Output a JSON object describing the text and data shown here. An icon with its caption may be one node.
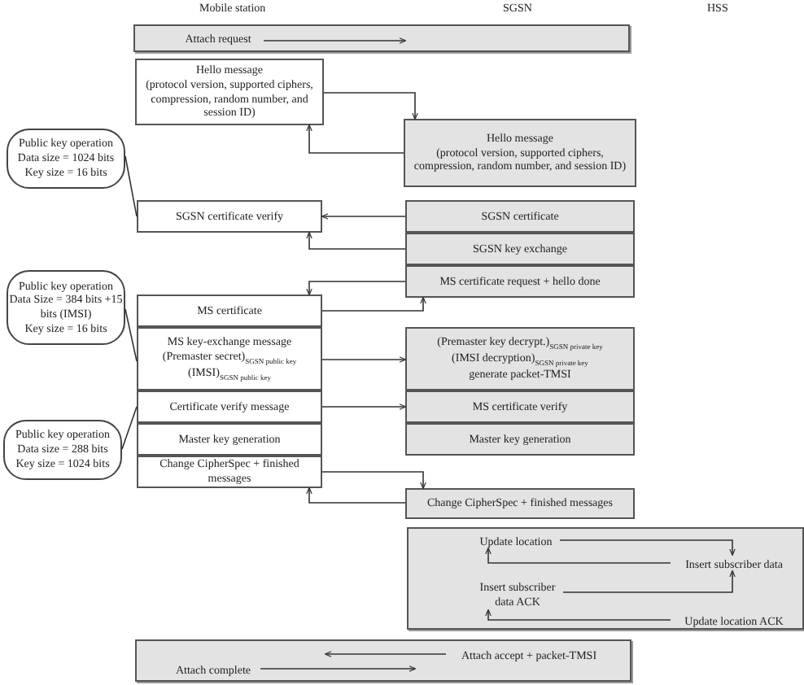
{
  "diagram": {
    "nodes": [
      {
        "text": [],
        "shape": "box"
      },
      {
        "text": [
          "Attach request"
        ],
        "in": 0
      },
      {
        "text": [
          "Hello message",
          "(protocol version, supported ciphers, compression, random number, and session ID)"
        ]
      },
      {
        "text": [
          "Hello message",
          "(protocol version, supported ciphers, compression, random number, and session ID)"
        ]
      },
      {
        "text": [
          "Public key operation",
          "Data size = 1024 bits",
          "Key size = 16 bits"
        ]
      },
      {
        "text": [
          "SGSN certificate verify"
        ]
      },
      {
        "text": [
          "SGSN certificate"
        ]
      },
      {
        "text": [
          "SGSN key exchange"
        ]
      },
      {
        "text": [
          "MS certificate request + hello done"
        ]
      },
      {
        "text": [
          "Public key operation",
          "Data Size = 384 bits +15 bits (IMSI)",
          "Key size = 16 bits"
        ]
      },
      {
        "text": [
          "MS certificate"
        ]
      },
      {
        "text": [
          "MS key-exchange message",
          "(Premaster secret)$_{SGSN public key}$",
          "(IMSI)$_{SGSN public key}$"
        ]
      },
      {
        "text": [
          "(Premaster key decrypt.)$_{SGSN private key}$",
          "(IMSI decryption)$_{SGSN private key}$",
          "generate packet-TMSI"
        ]
      },
      {
        "text": [
          "Certificate verify message"
        ]
      },
      {
        "text": [
          "MS certificate verify"
        ]
      },
      {
        "text": [
          "Public key operation",
          "Data size = 288 bits",
          "Key size = 1024 bits"
        ]
      },
      {
        "text": [
          "Master key generation"
        ]
      },
      {
        "text": [
          "Master key generation"
        ]
      },
      {
        "text": [
          "Change CipherSpec + finished messages"
        ]
      },
      {
        "text": [
          "Change CipherSpec + finished messages"
        ]
      },
      {
        "text": [],
        "shape": "box"
      },
      {
        "text": [
          "Update location"
        ],
        "in": 20
      },
      {
        "text": [
          "Insert subscriber data"
        ],
        "in": 20
      },
      {
        "text": [
          "Insert subscriber data ACK"
        ],
        "in": 20
      },
      {
        "text": [
          "Update location ACK"
        ],
        "in": 20
      },
      {
        "text": [],
        "shape": "box"
      },
      {
        "text": [
          "Attach accept + packet-TMSI"
        ],
        "in": 25
      },
      {
        "text": [
          "Attach complete"
        ],
        "in": 25
      }
    ],
    "edges": [
      {
        "from": 1,
        "to": null,
        "arrow": "to"
      },
      {
        "from": 2,
        "to": 3,
        "arrow": "to"
      },
      {
        "from": 3,
        "to": 2,
        "arrow": "to"
      },
      {
        "from": 4,
        "to": 5,
        "arrow": "none"
      },
      {
        "from": 6,
        "to": 5,
        "arrow": "to"
      },
      {
        "from": 7,
        "to": 5,
        "arrow": "to"
      },
      {
        "from": 8,
        "to": 10,
        "arrow": "to"
      },
      {
        "from": 9,
        "to": 11,
        "arrow": "none"
      },
      {
        "from": 10,
        "to": 8,
        "arrow": "to"
      },
      {
        "from": 11,
        "to": 12,
        "arrow": "to"
      },
      {
        "from": 13,
        "to": 14,
        "arrow": "to"
      },
      {
        "from": 15,
        "to": 13,
        "arrow": "none"
      },
      {
        "from": 18,
        "to": 19,
        "arrow": "to"
      },
      {
        "from": 19,
        "to": 18,
        "arrow": "to"
      },
      {
        "from": 21,
        "to": 22,
        "arrow": "to"
      },
      {
        "from": 22,
        "to": 21,
        "arrow": "to"
      },
      {
        "from": 23,
        "to": 22,
        "arrow": "to"
      },
      {
        "from": 24,
        "to": 23,
        "arrow": "to"
      },
      {
        "from": 26,
        "to": null,
        "arrow": "to"
      },
      {
        "from": 27,
        "to": null,
        "arrow": "to"
      }
    ],
    "labels": [
      "Mobile station",
      "SGSN",
      "HSS"
    ]
  }
}
